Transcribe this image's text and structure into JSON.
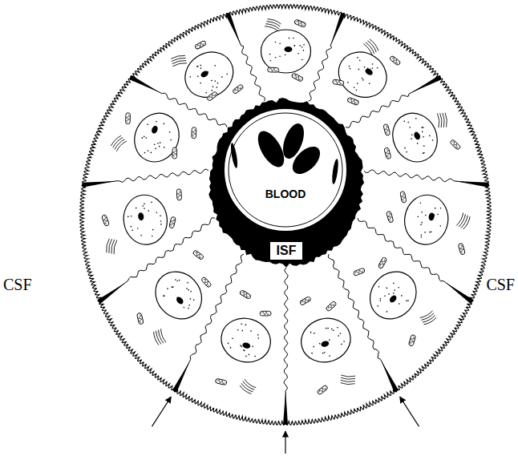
{
  "diagram": {
    "nodes": [
      {
        "text": [
          "ISF"
        ]
      },
      {
        "text": [
          "BLOOD"
        ],
        "in": 0
      }
    ],
    "labels": [
      "CSF",
      "CSF"
    ]
  }
}
